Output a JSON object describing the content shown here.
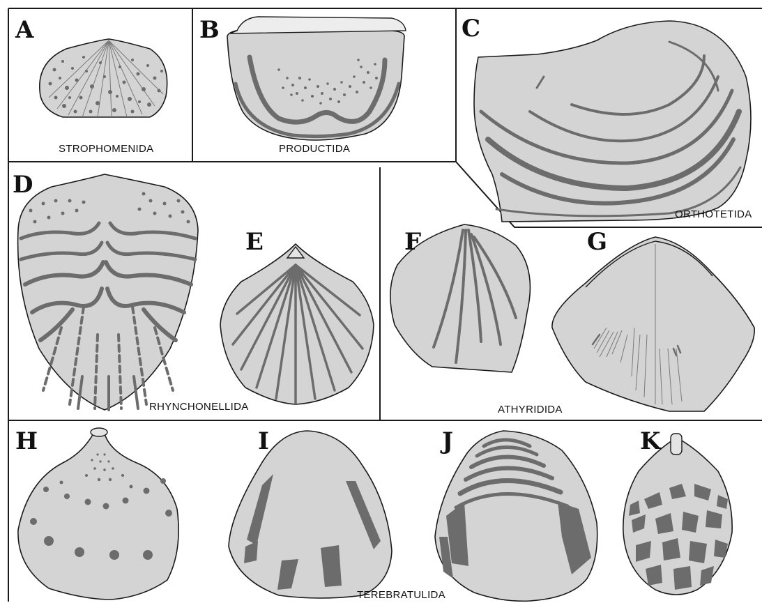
{
  "colors": {
    "shell_fill": "#d4d4d4",
    "color_band": "#6c6c6c",
    "outline": "#1a1a1a",
    "background": "#ffffff"
  },
  "panels": [
    {
      "id": "A",
      "letter": "A",
      "group": "strophomenida"
    },
    {
      "id": "B",
      "letter": "B",
      "group": "productida"
    },
    {
      "id": "C",
      "letter": "C",
      "group": "orthotetida"
    },
    {
      "id": "D",
      "letter": "D",
      "group": "rhynchonellida"
    },
    {
      "id": "E",
      "letter": "E",
      "group": "rhynchonellida"
    },
    {
      "id": "F",
      "letter": "F",
      "group": "athyridida"
    },
    {
      "id": "G",
      "letter": "G",
      "group": "athyridida"
    },
    {
      "id": "H",
      "letter": "H",
      "group": "terebratulida"
    },
    {
      "id": "I",
      "letter": "I",
      "group": "terebratulida"
    },
    {
      "id": "J",
      "letter": "J",
      "group": "terebratulida"
    },
    {
      "id": "K",
      "letter": "K",
      "group": "terebratulida"
    }
  ],
  "groups": {
    "strophomenida": "STROPHOMENIDA",
    "productida": "PRODUCTIDA",
    "orthotetida": "ORTHOTETIDA",
    "rhynchonellida": "RHYNCHONELLIDA",
    "athyridida": "ATHYRIDIDA",
    "terebratulida": "TEREBRATULIDA"
  }
}
